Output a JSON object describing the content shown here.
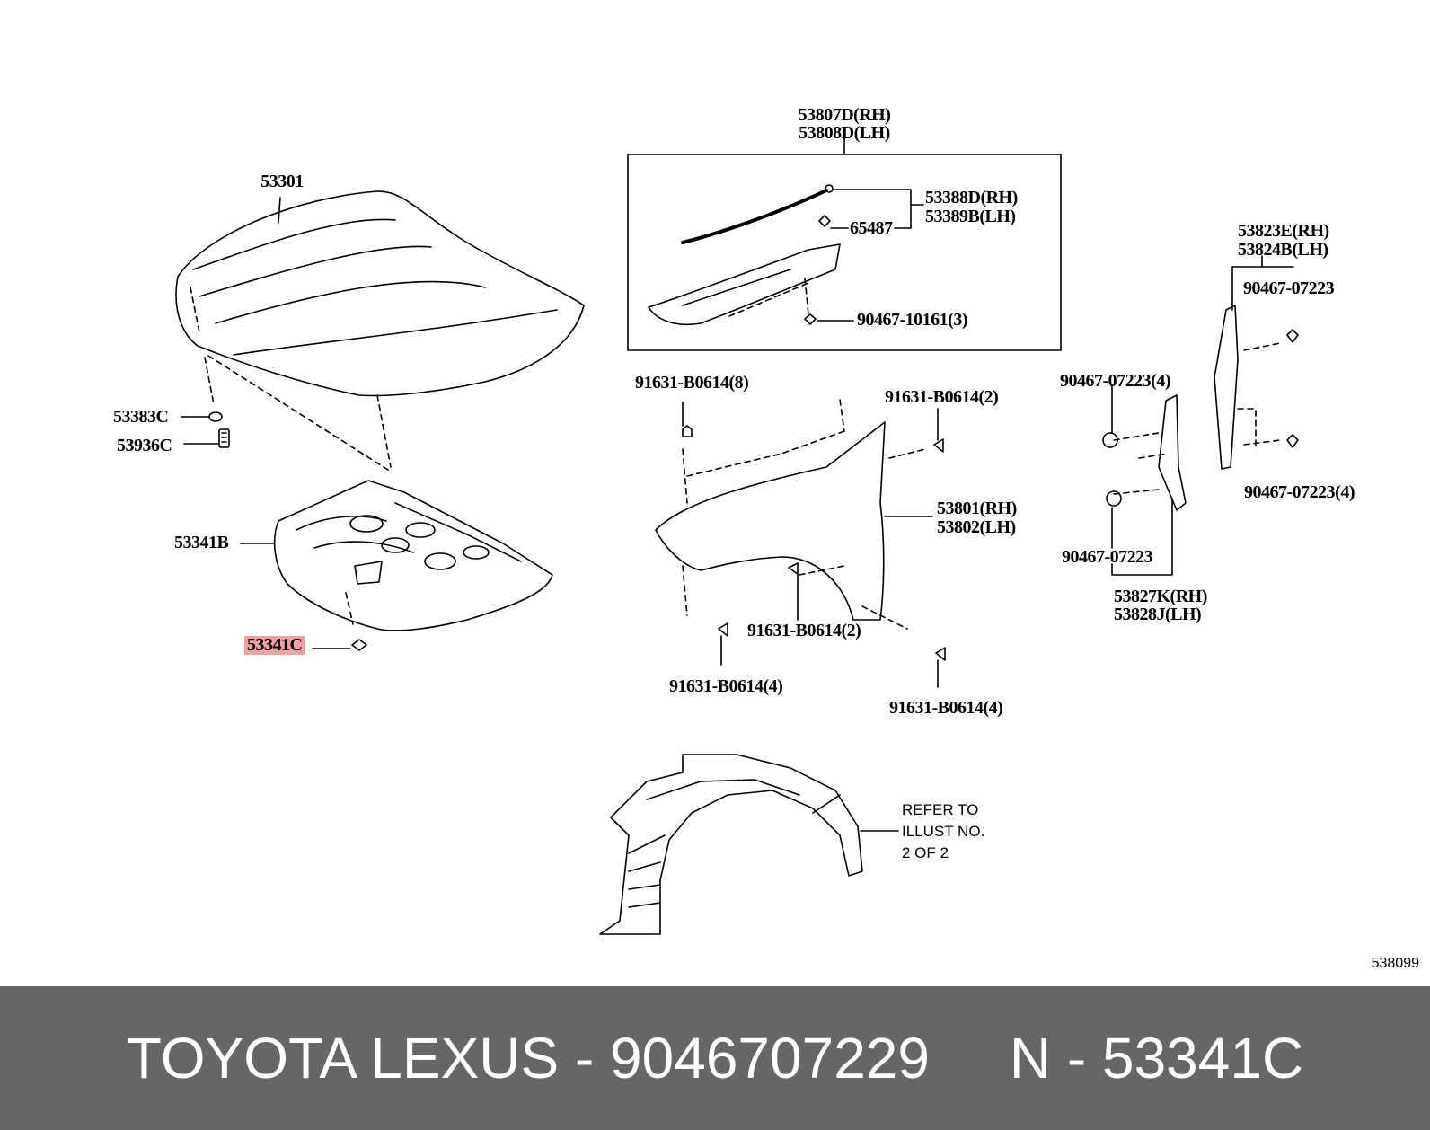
{
  "diagram": {
    "labels": {
      "hood": "53301",
      "cushion": "53383C",
      "bumper": "53936C",
      "insulator": "53341B",
      "clip": "53341C",
      "seal_rh": "53807D(RH)",
      "seal_lh": "53808D(LH)",
      "weatherstrip_rh": "53388D(RH)",
      "weatherstrip_lh": "53389B(LH)",
      "clip_65487": "65487",
      "clip_10161": "90467-10161(3)",
      "bolt_top_left": "91631-B0614(8)",
      "bolt_top_right": "91631-B0614(2)",
      "fender_rh": "53801(RH)",
      "fender_lh": "53802(LH)",
      "bolt_mid": "91631-B0614(2)",
      "bolt_bottom_left": "91631-B0614(4)",
      "bolt_bottom_right": "91631-B0614(4)",
      "panel_rh": "53823E(RH)",
      "panel_lh": "53824B(LH)",
      "clip_a": "90467-07223",
      "clip_b": "90467-07223(4)",
      "clip_c": "90467-07223(4)",
      "clip_d": "90467-07223",
      "seal_side_rh": "53827K(RH)",
      "seal_side_lh": "53828J(LH)"
    },
    "note": [
      "REFER TO",
      "ILLUST NO.",
      "2 OF 2"
    ],
    "code": "538099",
    "highlight_color": "#f4a0a0"
  },
  "footer": {
    "brand": "TOYOTA LEXUS",
    "part_number": "9046707229",
    "ref_label": "N",
    "ref_code": "53341C",
    "background": "#666666"
  }
}
